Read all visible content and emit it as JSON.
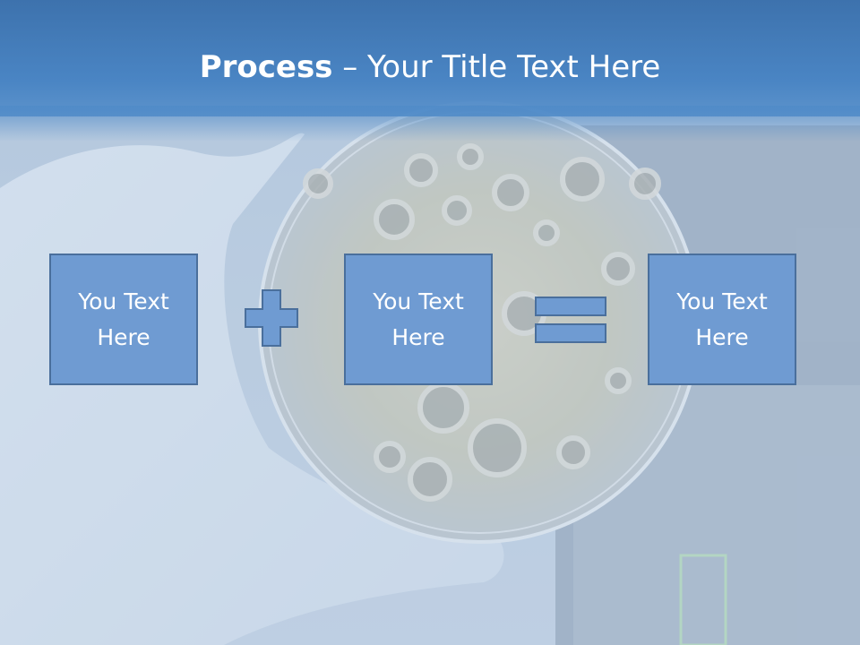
{
  "title": {
    "bold": "Process",
    "rest": " – Your Title Text Here"
  },
  "boxes": [
    {
      "text": "You Text Here"
    },
    {
      "text": "You Text Here"
    },
    {
      "text": "You Text Here"
    }
  ],
  "operators": {
    "first": "plus-icon",
    "second": "equals-icon"
  },
  "colors": {
    "title_bar": "#4a85c4",
    "box_fill": "#6f9bd2",
    "box_border": "#4a6f9c",
    "text": "#ffffff"
  }
}
